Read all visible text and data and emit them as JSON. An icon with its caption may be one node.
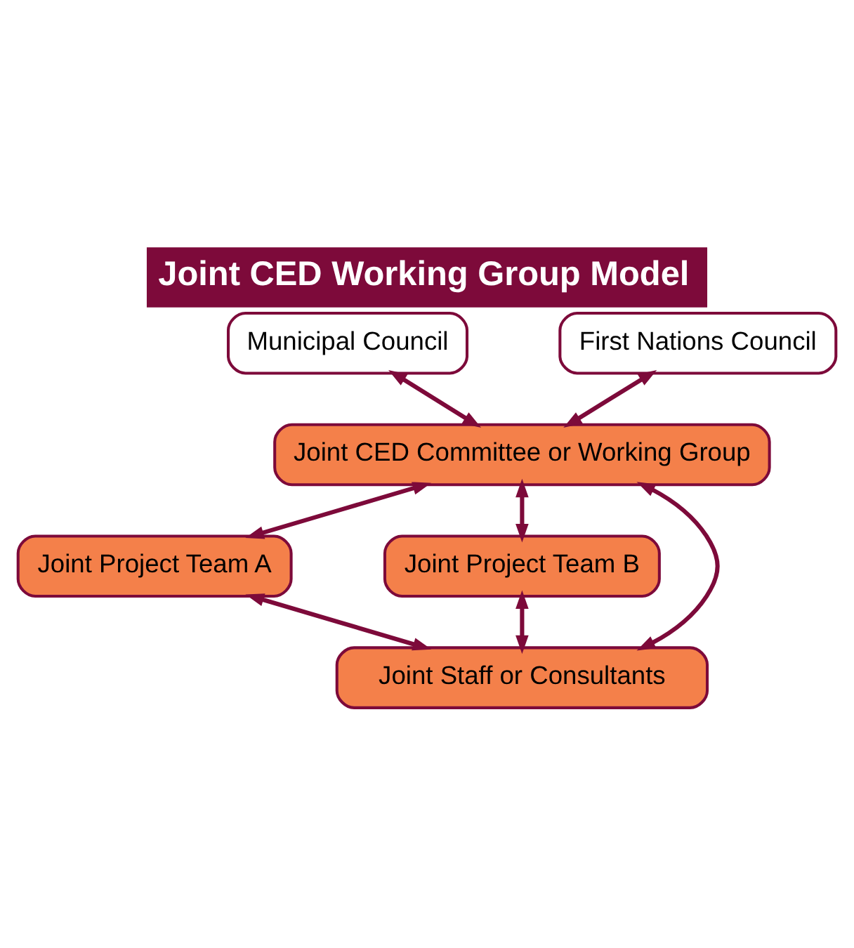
{
  "diagram": {
    "title": "Joint CED Working Group Model",
    "nodes": [
      {
        "text": [
          "Municipal Council"
        ]
      },
      {
        "text": [
          "First Nations Council"
        ]
      },
      {
        "text": [
          "Joint CED Committee or Working Group"
        ]
      },
      {
        "text": [
          "Joint Project Team A"
        ]
      },
      {
        "text": [
          "Joint Project Team B"
        ]
      },
      {
        "text": [
          "Joint Staff or Consultants"
        ]
      }
    ],
    "edges": [
      {
        "from": 0,
        "to": 2,
        "arrow": "both"
      },
      {
        "from": 1,
        "to": 2,
        "arrow": "both"
      },
      {
        "from": 2,
        "to": 3,
        "arrow": "both"
      },
      {
        "from": 2,
        "to": 4,
        "arrow": "both"
      },
      {
        "from": 2,
        "to": 5,
        "arrow": "both"
      },
      {
        "from": 3,
        "to": 5,
        "arrow": "both"
      },
      {
        "from": 4,
        "to": 5,
        "arrow": "both"
      }
    ]
  }
}
